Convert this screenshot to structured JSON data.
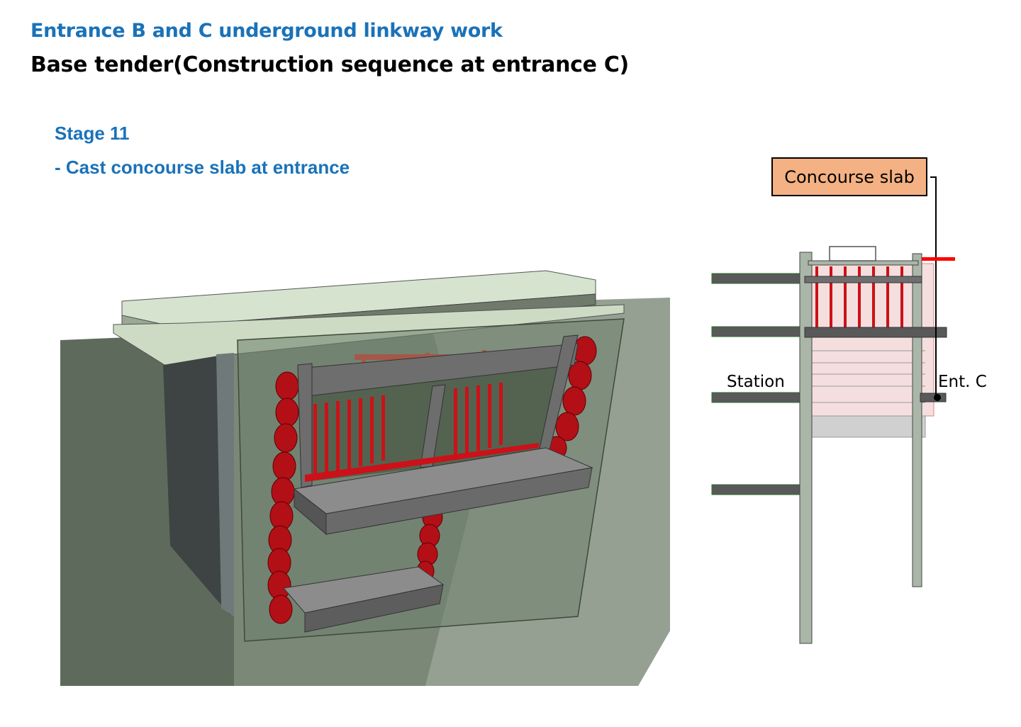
{
  "header": {
    "title": "Entrance B and C underground linkway work",
    "subtitle": "Base tender(Construction sequence at entrance C)"
  },
  "stage": {
    "title": "Stage 11",
    "description": "- Cast concourse slab at entrance"
  },
  "section_view": {
    "callout_label": "Concourse slab",
    "left_label": "Station",
    "right_label": "Ent. C"
  },
  "colors": {
    "title_blue": "#1a72b8",
    "rebar_red": "#c8102e",
    "soil_green": "#6a7a67",
    "concrete_grey": "#8c8c8c",
    "callout_fill": "#f4b183",
    "wall_green": "#aab6a8",
    "marker_red": "#ff0000"
  }
}
